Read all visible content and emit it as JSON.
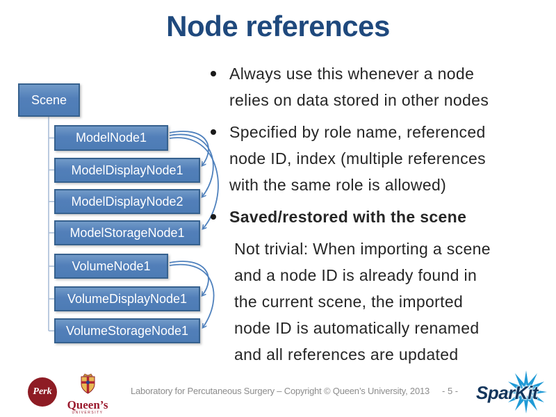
{
  "title": "Node references",
  "diagram": {
    "scene": "Scene",
    "nodes": [
      "ModelNode1",
      "ModelDisplayNode1",
      "ModelDisplayNode2",
      "ModelStorageNode1",
      "VolumeNode1",
      "VolumeDisplayNode1",
      "VolumeStorageNode1"
    ],
    "box_fill": "#4f81bd",
    "box_border": "#36618e",
    "connector_color": "#a9bdd7",
    "arrow_color": "#4f81bd"
  },
  "bullets": [
    {
      "lines": [
        "Always use this whenever a node",
        "relies on data stored in other nodes"
      ]
    },
    {
      "lines": [
        "Specified by role name, referenced",
        "node ID, index (multiple references",
        "with the same role is allowed)"
      ]
    },
    {
      "lines": [
        "Saved/restored with the scene"
      ]
    }
  ],
  "note": {
    "lines": [
      "Not trivial: When importing a scene",
      "and a node ID is already found in",
      "the current scene, the imported",
      "node ID is automatically renamed",
      "and all references are updated"
    ]
  },
  "footer": {
    "credit": "Laboratory for Percutaneous Surgery – Copyright © Queen’s University, 2013",
    "page_number": "- 5 -",
    "perk_logo_text": "Perk",
    "queens_logo_text": "Queen’s",
    "queens_logo_subtext": "UNIVERSITY",
    "sparkit_logo_text": "SparKit"
  },
  "colors": {
    "title": "#1f497d",
    "body_text": "#262626",
    "footer_text": "#8c8c8c",
    "logo_red": "#8e1c24",
    "queens_red": "#9b1b2f",
    "sparkit_navy": "#14365c",
    "sparkit_blue": "#1f9ad6"
  }
}
